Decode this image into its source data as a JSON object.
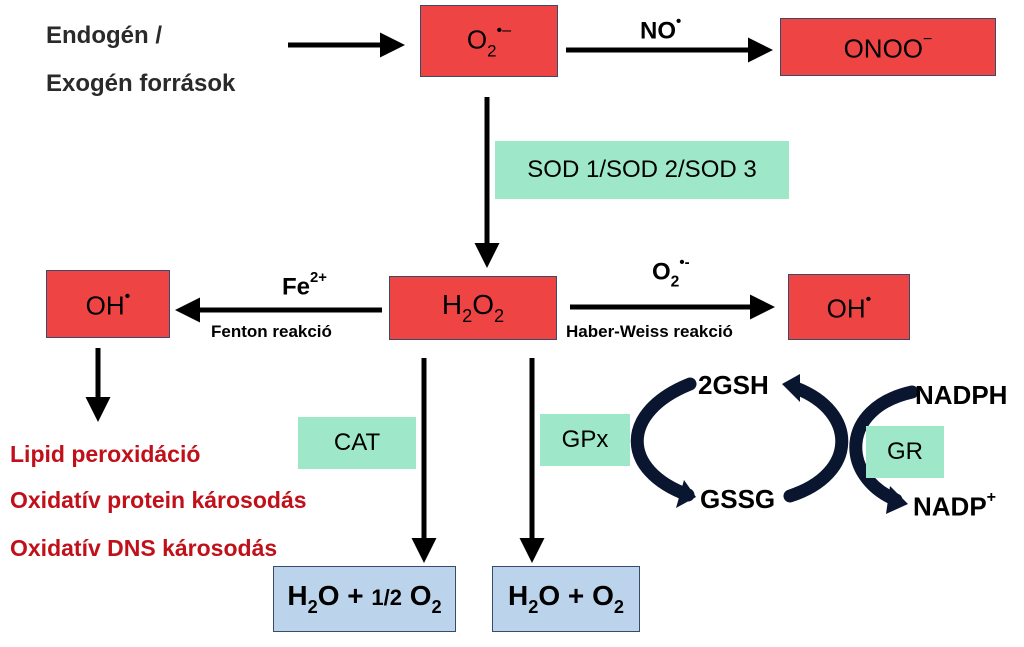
{
  "sources": {
    "line1": "Endogén /",
    "line2": "Exogén források"
  },
  "superoxide": {
    "base": "O",
    "sub": "2",
    "sup": "•–"
  },
  "no_label": {
    "base": "NO",
    "sup": "•"
  },
  "peroxynitrite": {
    "base": "ONOO",
    "sup": "−"
  },
  "sod_label": "SOD 1/SOD 2/SOD 3",
  "h2o2": {
    "h": "H",
    "h_sub": "2",
    "o": "O",
    "o_sub": "2"
  },
  "fe_label": {
    "base": "Fe",
    "sup": "2+"
  },
  "fenton_label": "Fenton reakció",
  "o2_label": {
    "base": "O",
    "sub": "2",
    "sup": "•-"
  },
  "haber_weiss_label": "Haber-Weiss reakció",
  "oh_left": {
    "base": "OH",
    "sup": "•"
  },
  "oh_right": {
    "base": "OH",
    "sup": "•"
  },
  "damage": [
    "Lipid peroxidáció",
    "Oxidatív protein károsodás",
    "Oxidatív DNS károsodás"
  ],
  "cat_label": "CAT",
  "gpx_label": "GPx",
  "gr_label": "GR",
  "product_cat": {
    "h": "H",
    "h_sub": "2",
    "rest": "O + ",
    "half": "1/2",
    "o": " O",
    "o_sub": "2"
  },
  "product_gpx": {
    "h": "H",
    "h_sub": "2",
    "rest": "O + O",
    "o_sub": "2"
  },
  "gsh": "2GSH",
  "gssg": "GSSG",
  "nadph": "NADPH",
  "nadp": {
    "base": "NADP",
    "sup": "+"
  }
}
